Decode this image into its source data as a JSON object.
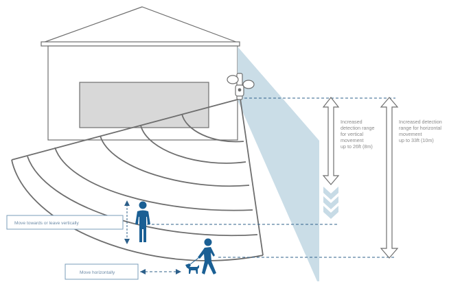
{
  "labels": {
    "vertical_range": [
      "Increased",
      "detection range",
      "for vertical",
      "movement",
      "up to 26ft (8m)"
    ],
    "horizontal_range": [
      "Increased detection",
      "range for horizontal",
      "movement",
      "up to 33ft (10m)"
    ],
    "move_vertical": "Move towards or leave vertically",
    "move_horizontal": "Move horizontally"
  },
  "colors": {
    "line": "#6e6e6e",
    "door": "#d8d8d8",
    "beam": "#c7dbe6",
    "person": "#1a5f94",
    "dashed": "#2c5f8a",
    "arrow_fill": "#ffffff",
    "chevron": "#c7dbe6",
    "label_text": "#8a8a8a",
    "box_border": "#7a9cba",
    "box_text": "#6d8ba7"
  },
  "icons": {
    "camera": "floodlight-camera-icon",
    "person_standing": "person-standing-icon",
    "person_walking": "person-walking-icon",
    "dog": "dog-icon"
  }
}
